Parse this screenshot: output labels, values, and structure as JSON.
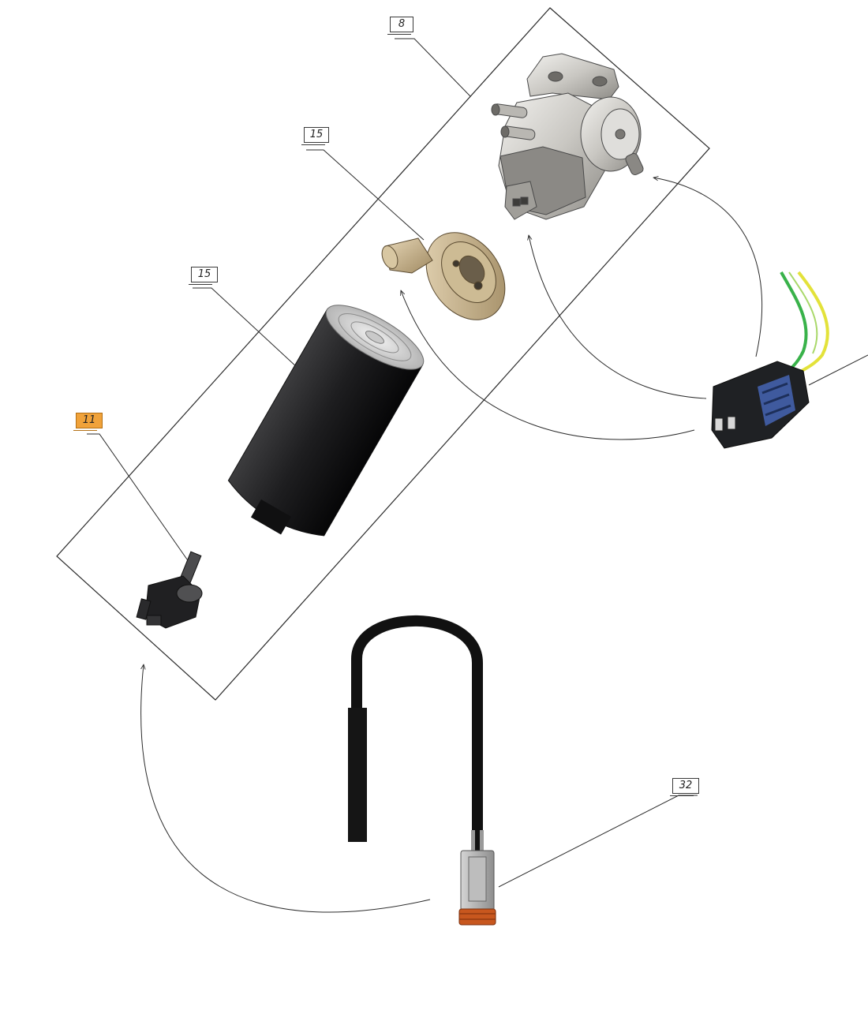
{
  "callouts": {
    "c8": "8",
    "c15_top": "15",
    "c15_mid": "15",
    "c11": "11",
    "c32": "32"
  },
  "colors": {
    "highlight": "#f0a23a",
    "line": "#2b2b2b",
    "wire_green": "#39b24a",
    "wire_yellow": "#e3e23a",
    "connector_seal": "#c8571e"
  },
  "parts": [
    {
      "callout": "8",
      "icon": "fuel-pump-housing-icon"
    },
    {
      "callout": "15",
      "icon": "filter-adapter-icon"
    },
    {
      "callout": "15",
      "icon": "fuel-filter-cartridge-icon"
    },
    {
      "callout": "11",
      "icon": "water-sensor-icon"
    },
    {
      "callout": "32",
      "icon": "wire-harness-connector-icon"
    }
  ]
}
